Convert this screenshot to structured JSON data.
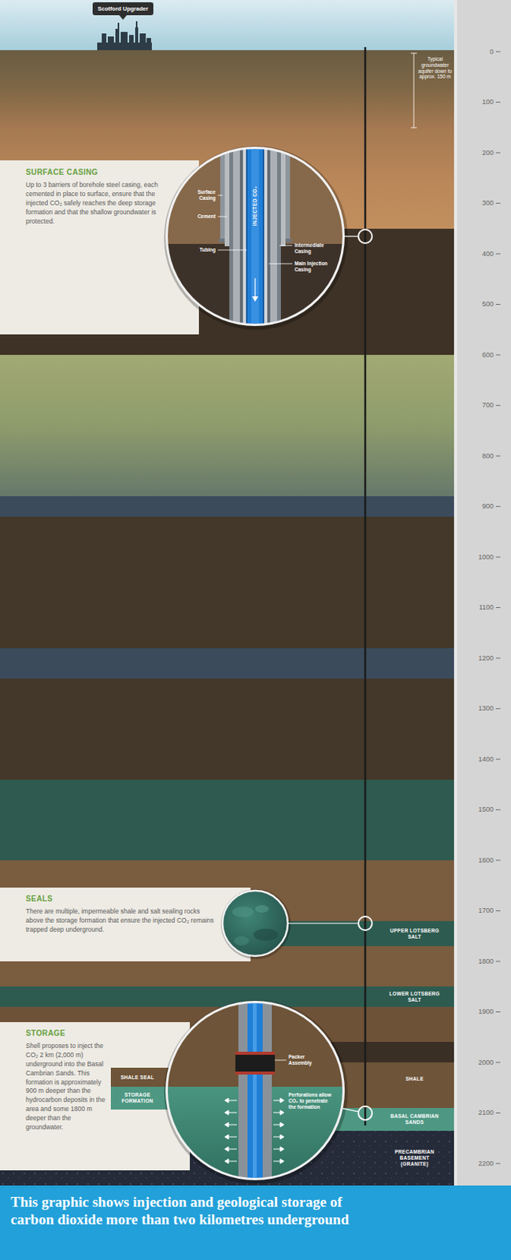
{
  "diagram": {
    "caption": "This graphic shows injection and geological storage of carbon dioxide more than two kilometres underground",
    "nodes": [
      {
        "text": [
          "Scotford Upgrader"
        ]
      },
      {
        "text": [
          "SURFACE CASING",
          "Up to 3 barriers of borehole steel casing, each cemented in place to surface, ensure that the injected CO₂ safely reaches the deep storage formation and that the shallow groundwater is protected."
        ]
      },
      {
        "text": [
          "Surface Casing",
          "Cement",
          "Tubing",
          "INJECTED CO₂",
          "Intermediate Casing",
          "Main Injection Casing"
        ]
      },
      {
        "text": [
          "SEALS",
          "There are multiple, impermeable shale and salt sealing rocks above the storage formation that ensure the injected CO₂ remains trapped deep underground."
        ]
      },
      {
        "text": [
          "STORAGE",
          "Shell proposes to inject the CO₂ 2 km (2,000 m) underground into the Basal Cambrian Sands. This formation is approximately 900 m deeper than the hydrocarbon deposits in the area and some 1800 m deeper than the groundwater."
        ]
      },
      {
        "text": [
          "Packer Assembly",
          "Perforations allow CO₂ to penetrate the formation"
        ]
      }
    ],
    "labels": [
      "Typical groundwater aquifer down to approx. 150 m",
      "UPPER LOTSBERG SALT",
      "LOWER LOTSBERG SALT",
      "SHALE SEAL",
      "STORAGE FORMATION",
      "SHALE",
      "BASAL CAMBRIAN SANDS",
      "PRECAMBRIAN BASEMENT (GRANITE)",
      "0",
      "100",
      "200",
      "300",
      "400",
      "500",
      "600",
      "700",
      "800",
      "900",
      "1000",
      "1100",
      "1200",
      "1300",
      "1400",
      "1500",
      "1600",
      "1700",
      "1800",
      "1900",
      "2000",
      "2100",
      "2200"
    ]
  }
}
